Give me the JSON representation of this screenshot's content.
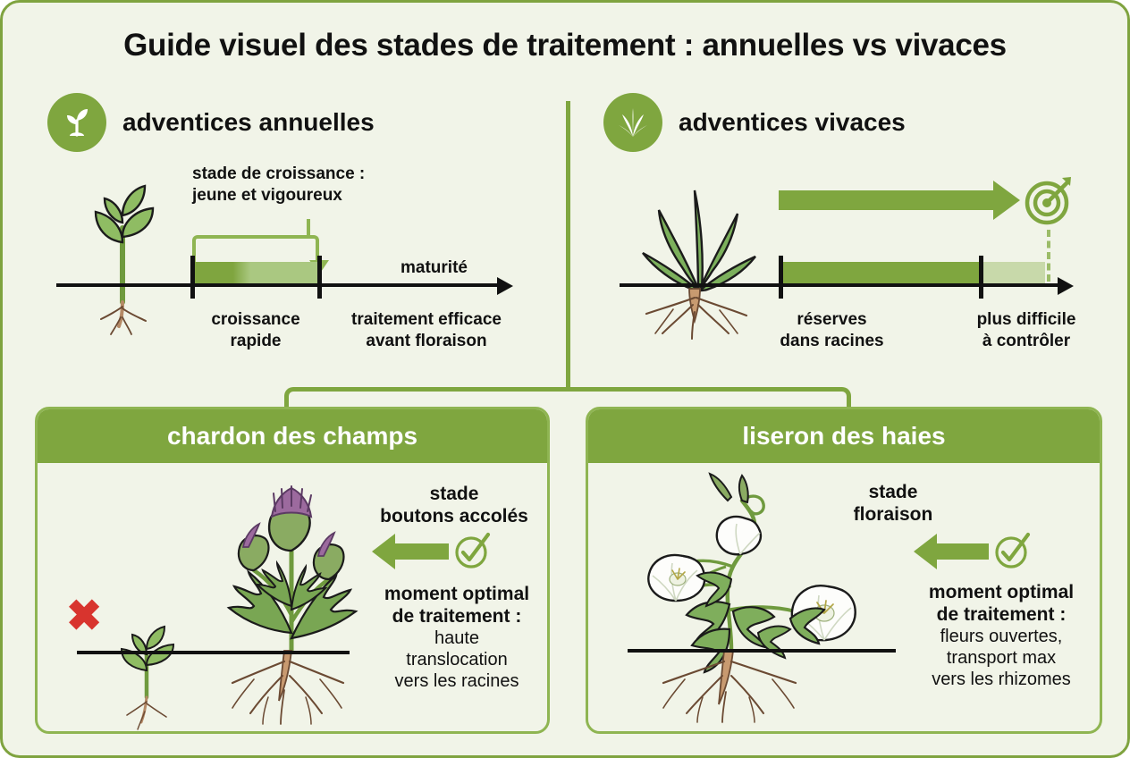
{
  "poster": {
    "title": "Guide visuel des stades de traitement : annuelles vs vivaces",
    "background_color": "#f1f4e8",
    "border_color": "#7fa33f",
    "accent_green": "#7fa63f",
    "light_green": "#aac881",
    "red_cross_color": "#d8342e"
  },
  "columns": {
    "left": {
      "badge_icon": "seedling-icon",
      "label": "adventices annuelles",
      "timeline": {
        "stage_label_line1": "stade de croissance :",
        "stage_label_line2": "jeune et vigoureux",
        "axis_end_label": "maturité",
        "caption_1_line1": "croissance",
        "caption_1_line2": "rapide",
        "caption_2_line1": "traitement efficace",
        "caption_2_line2": "avant floraison",
        "plant_icon": "young-seedling-illustration"
      }
    },
    "right": {
      "badge_icon": "perennial-rosette-icon",
      "label": "adventices vivaces",
      "timeline": {
        "target_icon": "target-bullseye-icon",
        "caption_1_line1": "réserves",
        "caption_1_line2": "dans racines",
        "caption_2_line1": "plus difficile",
        "caption_2_line2": "à contrôler",
        "plant_icon": "perennial-weed-illustration"
      }
    }
  },
  "cards": [
    {
      "title": "chardon des champs",
      "plant_icon": "thistle-illustration",
      "reject_icon": "red-x-icon",
      "reject_plant_icon": "young-seedling-illustration",
      "approve_icon": "check-circle-icon",
      "stage_line1": "stade",
      "stage_line2": "boutons accolés",
      "optimal_line1": "moment optimal",
      "optimal_line2": "de traitement :",
      "detail_line1": "haute",
      "detail_line2": "translocation",
      "detail_line3": "vers les racines"
    },
    {
      "title": "liseron des haies",
      "plant_icon": "bindweed-illustration",
      "approve_icon": "check-circle-icon",
      "stage_line1": "stade",
      "stage_line2": "floraison",
      "optimal_line1": "moment optimal",
      "optimal_line2": "de traitement :",
      "detail_line1": "fleurs ouvertes,",
      "detail_line2": "transport max",
      "detail_line3": "vers les rhizomes"
    }
  ]
}
